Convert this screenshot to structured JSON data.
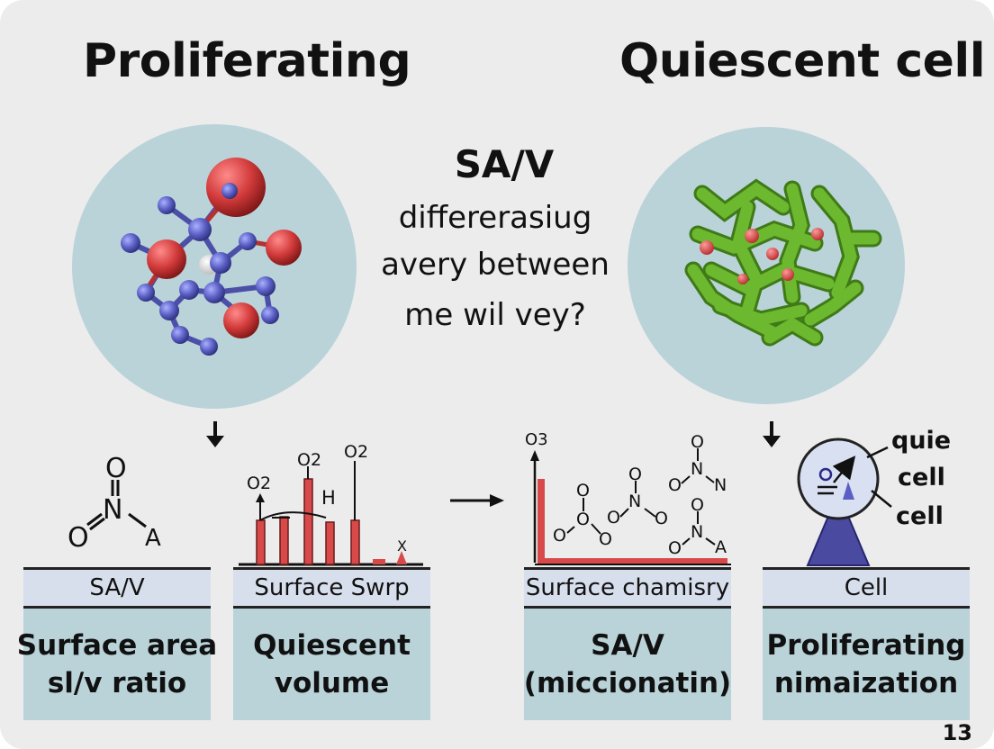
{
  "titles": {
    "left": "Proliferating",
    "right": "Quiescent cell"
  },
  "center": {
    "heading": "SA/V",
    "lines": [
      "differerasiug",
      "avery between",
      "me wil vey?"
    ]
  },
  "panels": [
    {
      "header": "SA/V",
      "body": [
        "Surface area",
        "sl/v ratio"
      ]
    },
    {
      "header": "Surface Swrp",
      "body": [
        "Quiescent",
        "volume"
      ]
    },
    {
      "header": "Surface chamisry",
      "body": [
        "SA/V",
        "(miccionatin)"
      ]
    },
    {
      "header": "Cell",
      "body": [
        "Proliferating",
        "nimaization"
      ]
    }
  ],
  "structure": {
    "top": "O",
    "middle": "N",
    "left": "O",
    "right": "A"
  },
  "bar_labels": {
    "o2_a": "O2",
    "o2_b": "O2",
    "o2_c": "O2",
    "h": "H",
    "x": "X"
  },
  "o3_label": "O3",
  "molecules": {
    "m1": {
      "top": "O",
      "mid": "O",
      "left": "O",
      "bottom": "O"
    },
    "m2": {
      "top": "O",
      "mid": "N",
      "left": "O",
      "right": "O"
    },
    "m3": {
      "top": "O",
      "mid": "N",
      "left": "O",
      "right": "N"
    },
    "m4": {
      "top": "O",
      "mid": "N",
      "left": "O",
      "right": "A"
    }
  },
  "callouts": [
    "quie",
    "cell",
    "cell"
  ],
  "page_number": "13",
  "colors": {
    "background": "#ececec",
    "circle": "#b9d3d9",
    "header": "#d8dfec",
    "atom_blue": "#5b5fc4",
    "atom_red": "#d23a3a",
    "tube_green": "#6cb82e",
    "bar_red": "#d84a4a"
  }
}
